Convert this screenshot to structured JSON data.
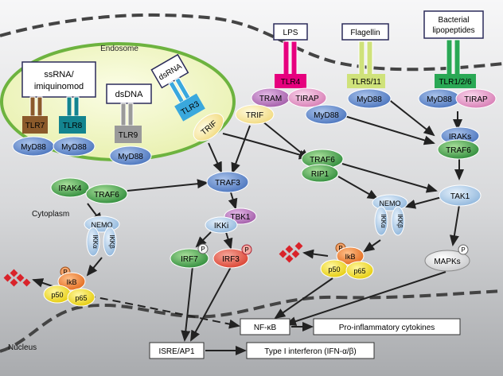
{
  "regions": {
    "endosome": "Endosome",
    "cytoplasm": "Cytoplasm",
    "nucleus": "Nucleus"
  },
  "ligands": {
    "lps": "LPS",
    "flagellin": "Flagellin",
    "bacterial_lipopeptides_line1": "Bacterial",
    "bacterial_lipopeptides_line2": "lipopeptides",
    "ssrna_line1": "ssRNA/",
    "ssrna_line2": "imiquinomod",
    "dsdna": "dsDNA",
    "dsrna": "dsRNA"
  },
  "receptors": {
    "tlr4": "TLR4",
    "tlr5_11": "TLR5/11",
    "tlr1_2_6": "TLR1/2/6",
    "tlr7": "TLR7",
    "tlr8": "TLR8",
    "tlr9": "TLR9",
    "tlr3": "TLR3"
  },
  "adaptors": {
    "tram": "TRAM",
    "tirap_tlr4": "TIRAP",
    "myd88_tlr4": "MyD88",
    "trif_tlr4": "TRIF",
    "myd88_tlr5": "MyD88",
    "myd88_tlr126": "MyD88",
    "tirap_tlr126": "TIRAP",
    "myd88_tlr7": "MyD88",
    "myd88_tlr8": "MyD88",
    "myd88_tlr9": "MyD88",
    "trif_tlr3": "TRIF"
  },
  "signaling": {
    "iraks": "IRAKs",
    "traf6_right": "TRAF6",
    "tak1": "TAK1",
    "traf6_mid": "TRAF6",
    "rip1": "RIP1",
    "traf3": "TRAF3",
    "irak4": "IRAK4",
    "traf6_left": "TRAF6",
    "tbk1": "TBK1",
    "ikki": "IKKi",
    "irf7": "IRF7",
    "irf3": "IRF3",
    "phospho": "P",
    "nemo_left": "NEMO",
    "nemo_right": "NEMO",
    "ikka": "IKKα",
    "ikkb": "IKKβ",
    "ikb": "IkB",
    "p50": "p50",
    "p65": "p65",
    "mapks": "MAPKs"
  },
  "nuclear": {
    "nfkb": "NF-κB",
    "pro_inflammatory": "Pro-inflammatory cytokines",
    "isre_ap1": "ISRE/AP1",
    "type1_ifn": "Type I interferon (IFN-α/β)"
  },
  "colors": {
    "background_top": "#f6f6f7",
    "background_bottom": "#a7a9ac",
    "endosome_fill": "#f3f6c6",
    "endosome_stroke": "#6db33f",
    "tlr4": "#e6007e",
    "tlr5": "#cfe27a",
    "tlr126": "#2aa855",
    "tlr7": "#8b5a2b",
    "tlr8": "#13848f",
    "tlr9": "#9a9a9a",
    "tlr3": "#3aa8dd",
    "blue_protein": "#5a82c6",
    "light_blue": "#9fc3e6",
    "green_protein": "#48a546",
    "pale_yellow": "#f6e6a0",
    "purple": "#b27ab8",
    "pink": "#d98fc0",
    "red": "#e8574a",
    "orange": "#ee7f2d",
    "yellow": "#f3e026",
    "diamond_red": "#d9232a"
  }
}
